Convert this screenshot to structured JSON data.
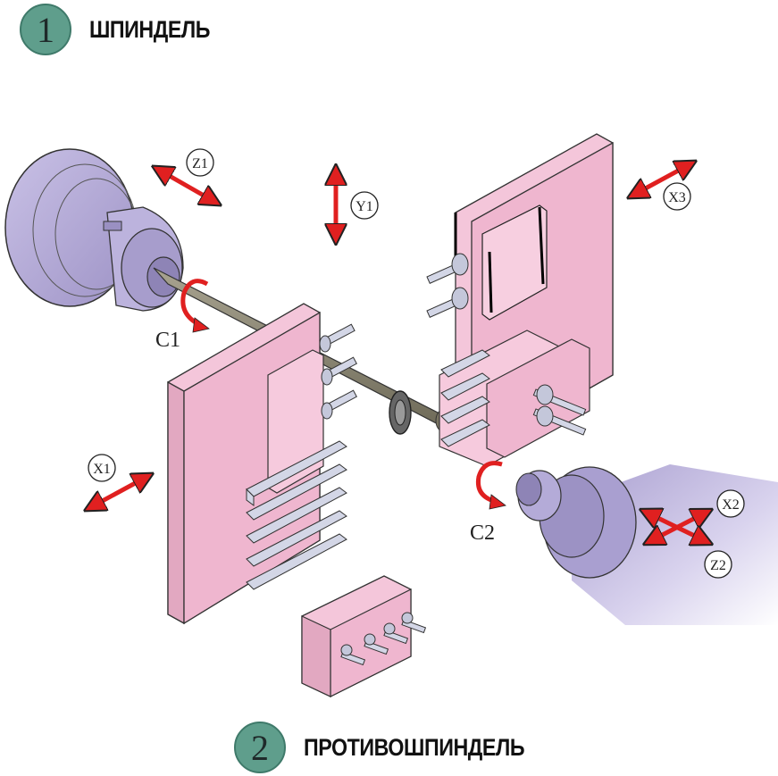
{
  "headings": [
    {
      "number": "1",
      "label": "ШПИНДЕЛЬ"
    },
    {
      "number": "2",
      "label": "ПРОТИВОШПИНДЕЛЬ"
    }
  ],
  "axes": {
    "z1": "Z1",
    "y1": "Y1",
    "x3": "X3",
    "x1": "X1",
    "x2": "X2",
    "z2": "Z2"
  },
  "rotations": {
    "c1": "C1",
    "c2": "C2"
  },
  "colors": {
    "badge": "#5f9e8c",
    "arrow": "#e02020",
    "turret": "#efb6cf",
    "spindle": "#b7aed6",
    "tool": "#d3d6e6",
    "bar": "#8a8470"
  }
}
